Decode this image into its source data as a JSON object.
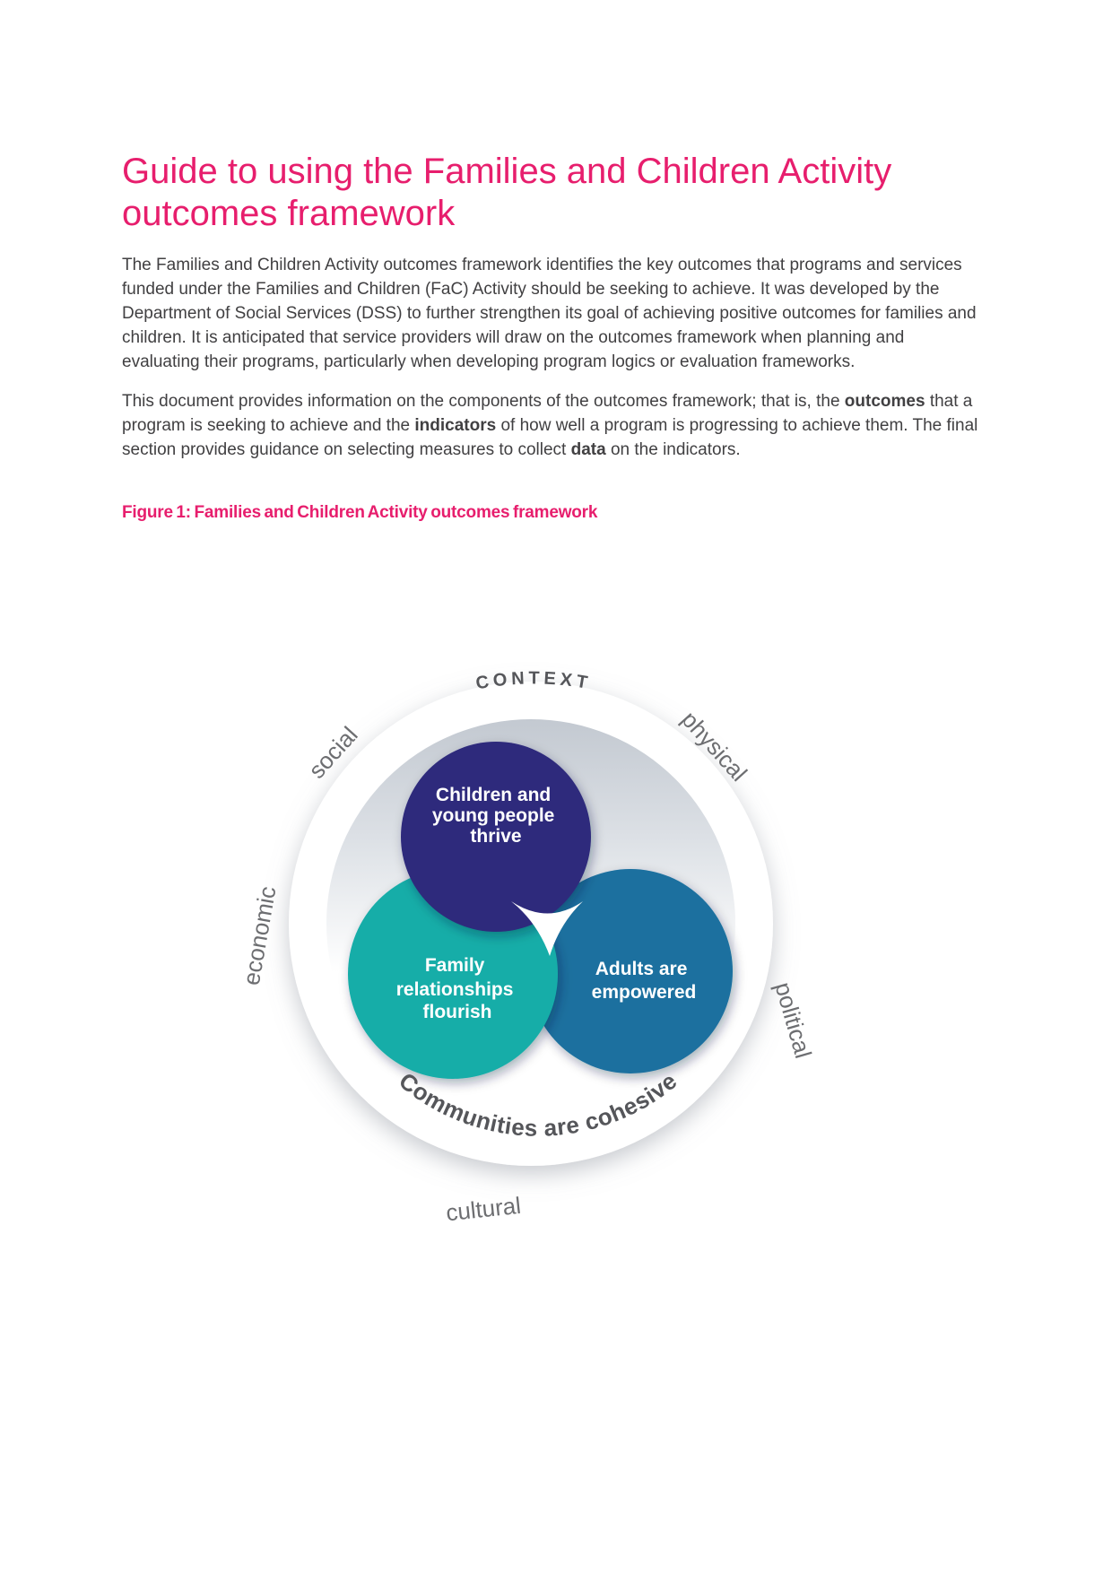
{
  "document": {
    "title": "Guide to using the Families and Children Activity outcomes framework",
    "paragraph1": "The Families and Children Activity outcomes framework identifies the key outcomes that programs and services funded under the Families and Children (FaC) Activity should be seeking to achieve. It was developed by the Department of Social Services (DSS) to further strengthen its goal of achieving positive outcomes for families and children. It is anticipated that service providers will draw on the outcomes framework when planning and evaluating their programs, particularly when developing program logics or evaluation frameworks.",
    "paragraph2_parts": [
      "This document provides information on the components of the outcomes framework; that is, the ",
      "outcomes",
      " that a program is seeking to achieve and the ",
      "indicators",
      " of how well a program is progressing to achieve them. The final section provides guidance on selecting measures to collect ",
      "data",
      " on the indicators."
    ],
    "figure_caption": "Figure 1: Families and Children Activity outcomes framework"
  },
  "diagram": {
    "context_label": "CONTEXT",
    "ring_label": "Communities are cohesive",
    "edge_labels": [
      "social",
      "physical",
      "economic",
      "political",
      "cultural"
    ],
    "circles": [
      {
        "color": "#2e2b7c",
        "lines": [
          "Children and",
          "young people",
          "thrive"
        ]
      },
      {
        "color": "#16ada8",
        "lines": [
          "Family",
          "relationships",
          "flourish"
        ]
      },
      {
        "color": "#1a709f",
        "lines": [
          "Adults are",
          "empowered"
        ]
      }
    ]
  },
  "colors": {
    "brand_pink": "#e71e6d",
    "body_text": "#414042",
    "navy": "#2e2b7c",
    "teal": "#16ada8",
    "blue": "#1a709f",
    "diagram_gray_text": "#6d6e71",
    "context_text": "#55565a",
    "rim_gray": "#c3c9d1"
  }
}
